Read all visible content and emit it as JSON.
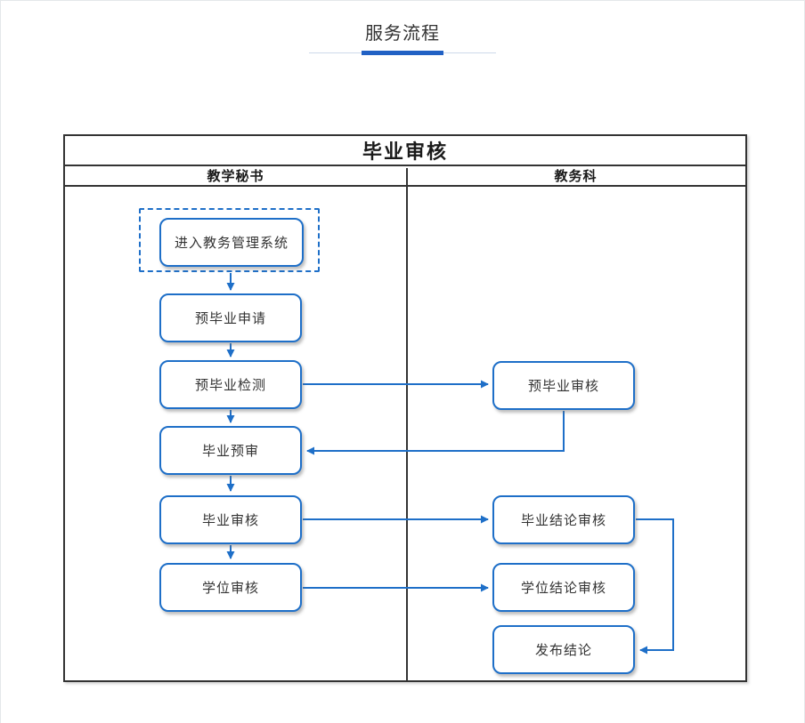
{
  "page": {
    "title": "服务流程"
  },
  "colors": {
    "accent_blue": "#1e6fc8",
    "underline_blue": "#2161c4",
    "underline_line": "#cdd9ea",
    "grid_dark": "#333333",
    "text_dark": "#333333"
  },
  "diagram": {
    "title": "毕业审核",
    "lanes": [
      {
        "label": "教学秘书"
      },
      {
        "label": "教务科"
      }
    ],
    "nodes": {
      "enter_system": {
        "label": "进入教务管理系统",
        "lane": "教学秘书"
      },
      "pre_grad_apply": {
        "label": "预毕业申请",
        "lane": "教学秘书"
      },
      "pre_grad_check": {
        "label": "预毕业检测",
        "lane": "教学秘书"
      },
      "grad_pre_review": {
        "label": "毕业预审",
        "lane": "教学秘书"
      },
      "grad_review": {
        "label": "毕业审核",
        "lane": "教学秘书"
      },
      "degree_review": {
        "label": "学位审核",
        "lane": "教学秘书"
      },
      "pre_grad_audit": {
        "label": "预毕业审核",
        "lane": "教务科"
      },
      "grad_conclusion_audit": {
        "label": "毕业结论审核",
        "lane": "教务科"
      },
      "degree_conclusion_audit": {
        "label": "学位结论审核",
        "lane": "教务科"
      },
      "publish_conclusion": {
        "label": "发布结论",
        "lane": "教务科"
      }
    },
    "edges": [
      {
        "from": "enter_system",
        "to": "pre_grad_apply"
      },
      {
        "from": "pre_grad_apply",
        "to": "pre_grad_check"
      },
      {
        "from": "pre_grad_check",
        "to": "grad_pre_review"
      },
      {
        "from": "pre_grad_check",
        "to": "pre_grad_audit"
      },
      {
        "from": "pre_grad_audit",
        "to": "grad_pre_review"
      },
      {
        "from": "grad_pre_review",
        "to": "grad_review"
      },
      {
        "from": "grad_review",
        "to": "degree_review"
      },
      {
        "from": "grad_review",
        "to": "grad_conclusion_audit"
      },
      {
        "from": "degree_review",
        "to": "degree_conclusion_audit"
      },
      {
        "from": "grad_conclusion_audit",
        "to": "publish_conclusion"
      }
    ]
  }
}
